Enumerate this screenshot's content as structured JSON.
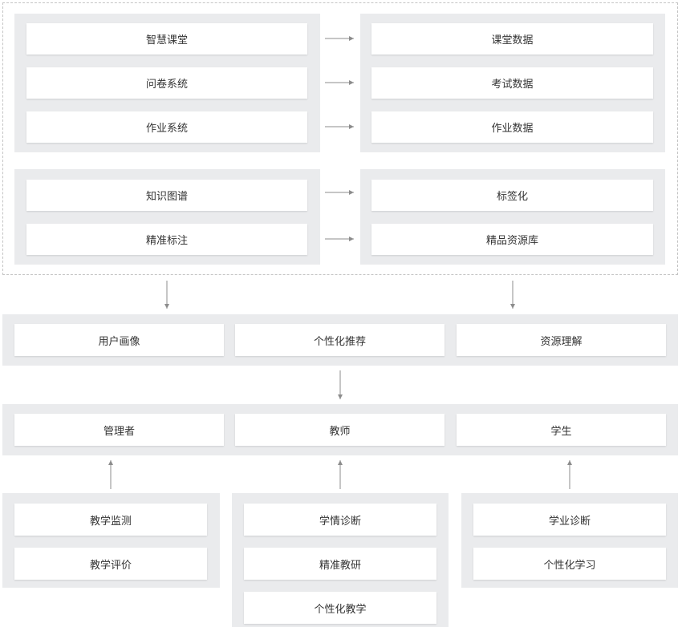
{
  "sources": {
    "group1": [
      {
        "source": "智慧课堂",
        "data": "课堂数据"
      },
      {
        "source": "问卷系统",
        "data": "考试数据"
      },
      {
        "source": "作业系统",
        "data": "作业数据"
      }
    ],
    "group2": [
      {
        "source": "知识图谱",
        "data": "标签化"
      },
      {
        "source": "精准标注",
        "data": "精品资源库"
      }
    ]
  },
  "analysis": [
    "用户画像",
    "个性化推荐",
    "资源理解"
  ],
  "roles": [
    "管理者",
    "教师",
    "学生"
  ],
  "applications": {
    "manager": [
      "教学监测",
      "教学评价"
    ],
    "teacher": [
      "学情诊断",
      "精准教研",
      "个性化教学"
    ],
    "student": [
      "学业诊断",
      "个性化学习"
    ]
  },
  "colors": {
    "panel_bg": "#eaebed",
    "box_bg": "#ffffff",
    "arrow": "#8c8c8c",
    "dashed_border": "#c4c4c4",
    "text": "#333333"
  }
}
